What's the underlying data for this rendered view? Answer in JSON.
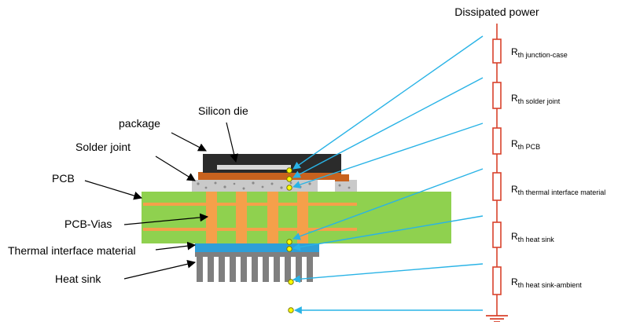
{
  "diagram": {
    "title": "Dissipated power",
    "labels": {
      "package": "package",
      "silicon_die": "Silicon die",
      "solder_joint": "Solder joint",
      "pcb": "PCB",
      "pcb_vias": "PCB-Vias",
      "thermal_interface_material": "Thermal interface material",
      "heat_sink": "Heat sink"
    },
    "resistors": [
      {
        "name": "R",
        "sub": "th junction-case"
      },
      {
        "name": "R",
        "sub": "th solder joint"
      },
      {
        "name": "R",
        "sub": "th PCB"
      },
      {
        "name": "R",
        "sub": "th thermal interface material"
      },
      {
        "name": "R",
        "sub": "th heat sink"
      },
      {
        "name": "R",
        "sub": "th heat sink-ambient"
      }
    ],
    "colors": {
      "resistor_line": "#d9422c",
      "connector_line": "#29b3e6",
      "pcb": "#8fd14f",
      "vias": "#f5a04a",
      "package": "#2b2b2b",
      "copper_pad": "#c8621e",
      "solder": "#bfbfbf",
      "tim": "#2e9fd8",
      "heat_sink": "#7f7f7f",
      "node_dot": "#ffff00"
    },
    "icons": [
      "ground-symbol-icon",
      "node-dot-icon",
      "arrow-icon"
    ]
  }
}
